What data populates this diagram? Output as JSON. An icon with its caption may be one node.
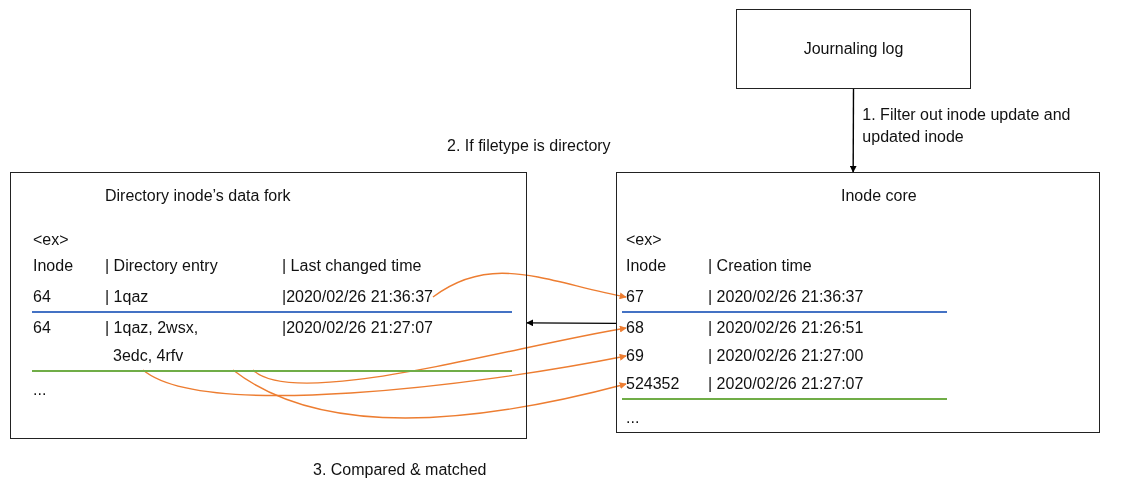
{
  "diagram": {
    "nodes": [
      {
        "text": [
          "Journaling log"
        ]
      },
      {
        "text": [
          "Directory inode’s data fork"
        ]
      },
      {
        "text": [
          "64",
          "| 1qaz",
          "|2020/02/26 21:36:37"
        ],
        "in": 1
      },
      {
        "text": [
          "64",
          "| 1qaz, 2wsx, 3edc, 4rfv",
          "|2020/02/26 21:27:07"
        ],
        "in": 1
      },
      {
        "text": [
          "Inode core"
        ]
      },
      {
        "text": [
          "67",
          "| 2020/02/26 21:36:37"
        ],
        "in": 4
      },
      {
        "text": [
          "68",
          "| 2020/02/26 21:26:51"
        ],
        "in": 4
      },
      {
        "text": [
          "69",
          "| 2020/02/26 21:27:00"
        ],
        "in": 4
      },
      {
        "text": [
          "524352",
          "| 2020/02/26 21:27:07"
        ],
        "in": 4
      }
    ],
    "edges": [
      {
        "from": 0,
        "to": 4,
        "arrow": "to",
        "label": "1. Filter out inode update and updated inode",
        "color": "#000000"
      },
      {
        "from": 4,
        "to": 1,
        "arrow": "to",
        "color": "#000000"
      },
      {
        "from": 2,
        "to": 5,
        "arrow": "to",
        "color": "#ed7d31"
      },
      {
        "from": 3,
        "to": 6,
        "arrow": "to",
        "color": "#ed7d31"
      },
      {
        "from": 3,
        "to": 7,
        "arrow": "to",
        "color": "#ed7d31"
      },
      {
        "from": 3,
        "to": 8,
        "arrow": "to",
        "color": "#ed7d31"
      }
    ],
    "labels": [
      "2. If filetype is directory",
      "<ex>",
      "Inode",
      "| Directory entry",
      "| Last changed time",
      "...",
      "<ex>",
      "Inode",
      "| Creation time",
      "...",
      "3. Compared & matched"
    ]
  }
}
